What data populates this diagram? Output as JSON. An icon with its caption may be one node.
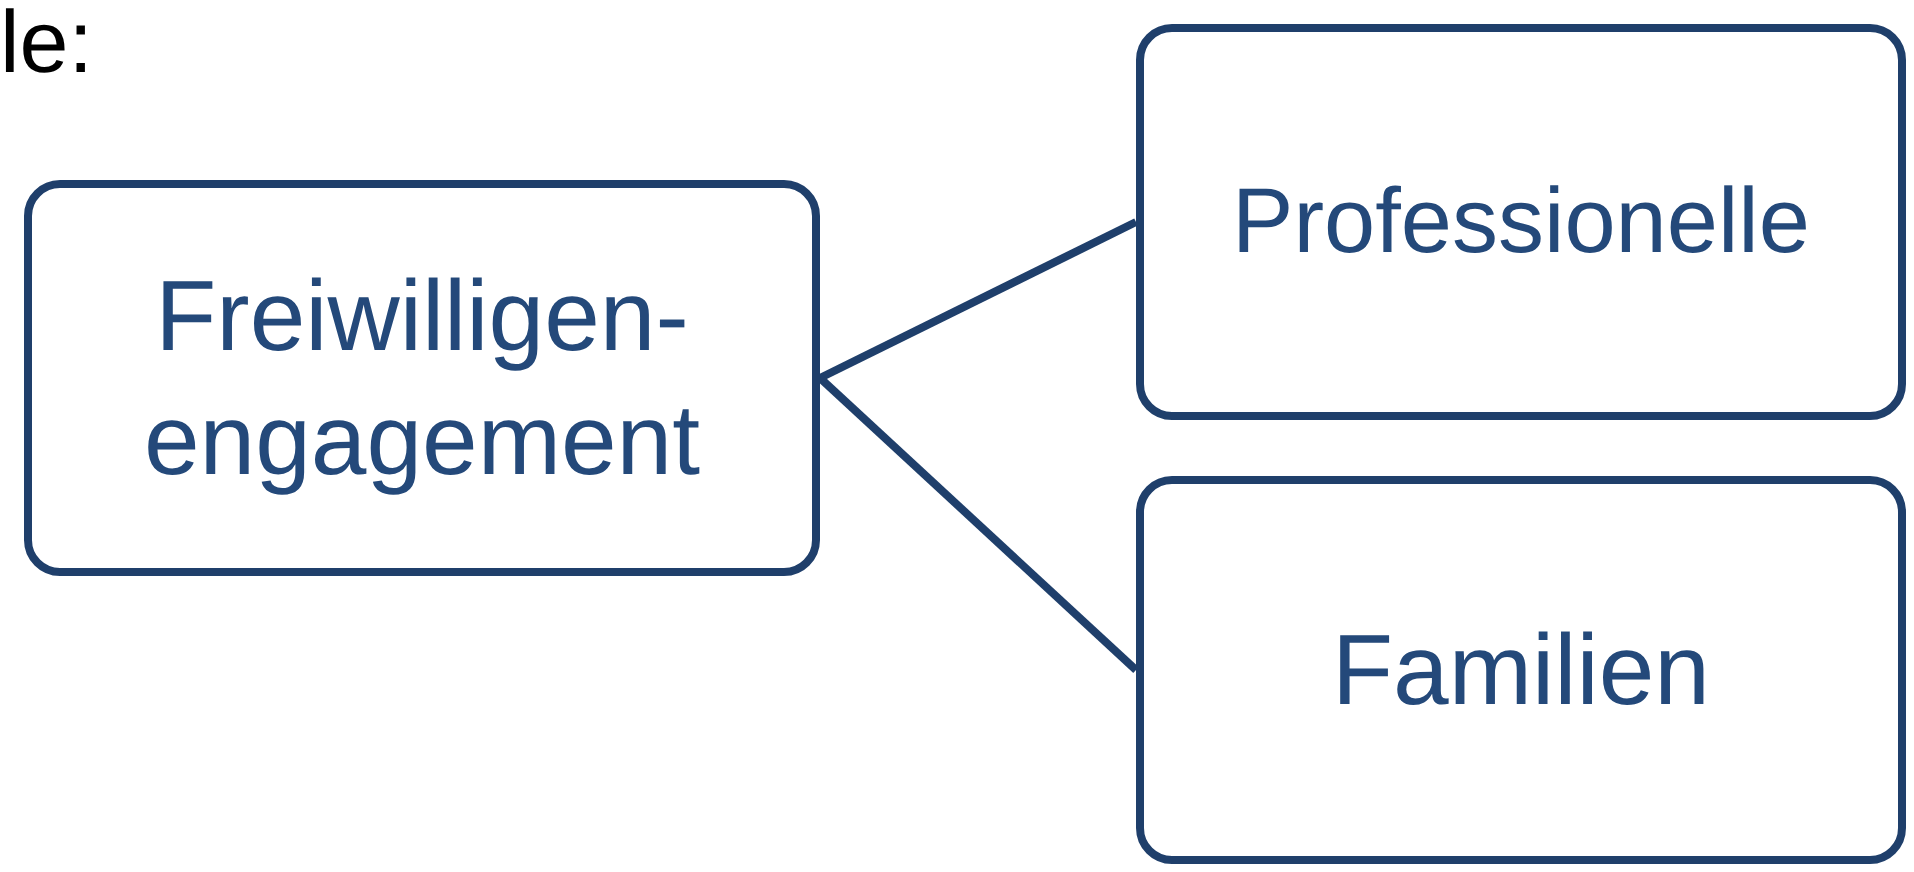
{
  "diagram": {
    "nodes": [
      {
        "text": [
          "Freiwilligen- engagement"
        ]
      },
      {
        "text": [
          "Professionelle"
        ]
      },
      {
        "text": [
          "Familien"
        ]
      }
    ],
    "edges": [
      {
        "from": 0,
        "to": 1,
        "arrow": "none"
      },
      {
        "from": 0,
        "to": 2,
        "arrow": "none"
      }
    ],
    "labels": [
      "le:"
    ]
  }
}
